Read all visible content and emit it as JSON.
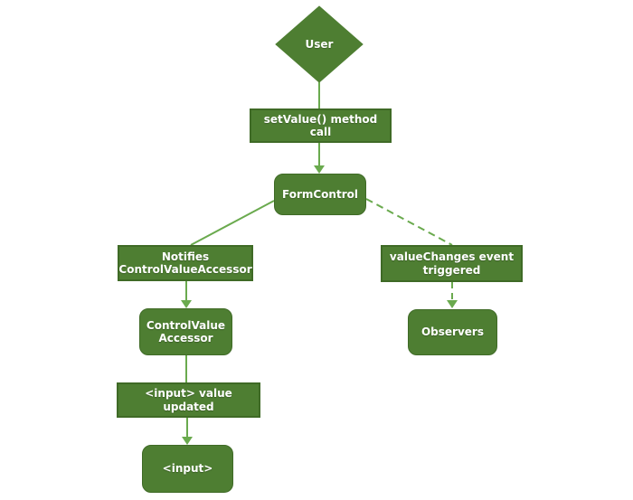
{
  "nodes": {
    "user": {
      "label": "User",
      "shape": "diamond"
    },
    "set_value": {
      "label": "setValue() method call",
      "shape": "rectangle"
    },
    "form_control": {
      "label": "FormControl",
      "shape": "rounded-rectangle"
    },
    "notifies_cva": {
      "label": "Notifies ControlValueAccessor",
      "shape": "rectangle"
    },
    "value_changes": {
      "label": "valueChanges event triggered",
      "shape": "rectangle"
    },
    "control_value_accessor": {
      "label": "ControlValue Accessor",
      "shape": "rounded-rectangle"
    },
    "observers": {
      "label": "Observers",
      "shape": "rounded-rectangle"
    },
    "input_value_updated": {
      "label": "<input> value updated",
      "shape": "rectangle"
    },
    "input": {
      "label": "<input>",
      "shape": "rounded-rectangle"
    }
  },
  "edges": [
    {
      "from": "User",
      "to": "setValue() method call",
      "style": "solid",
      "arrowhead": false
    },
    {
      "from": "setValue() method call",
      "to": "FormControl",
      "style": "solid",
      "arrowhead": true
    },
    {
      "from": "FormControl",
      "to": "Notifies ControlValueAccessor",
      "style": "solid",
      "arrowhead": false
    },
    {
      "from": "FormControl",
      "to": "valueChanges event triggered",
      "style": "dashed",
      "arrowhead": false
    },
    {
      "from": "Notifies ControlValueAccessor",
      "to": "ControlValue Accessor",
      "style": "solid",
      "arrowhead": true
    },
    {
      "from": "ControlValue Accessor",
      "to": "<input> value updated",
      "style": "solid",
      "arrowhead": false
    },
    {
      "from": "<input> value updated",
      "to": "<input>",
      "style": "solid",
      "arrowhead": true
    },
    {
      "from": "valueChanges event triggered",
      "to": "Observers",
      "style": "dashed",
      "arrowhead": true
    }
  ],
  "colors": {
    "node_fill": "#4e7e32",
    "node_stroke": "#3f6a26",
    "connector": "#6aaa4e",
    "text": "#ffffff",
    "background": "#ffffff"
  }
}
